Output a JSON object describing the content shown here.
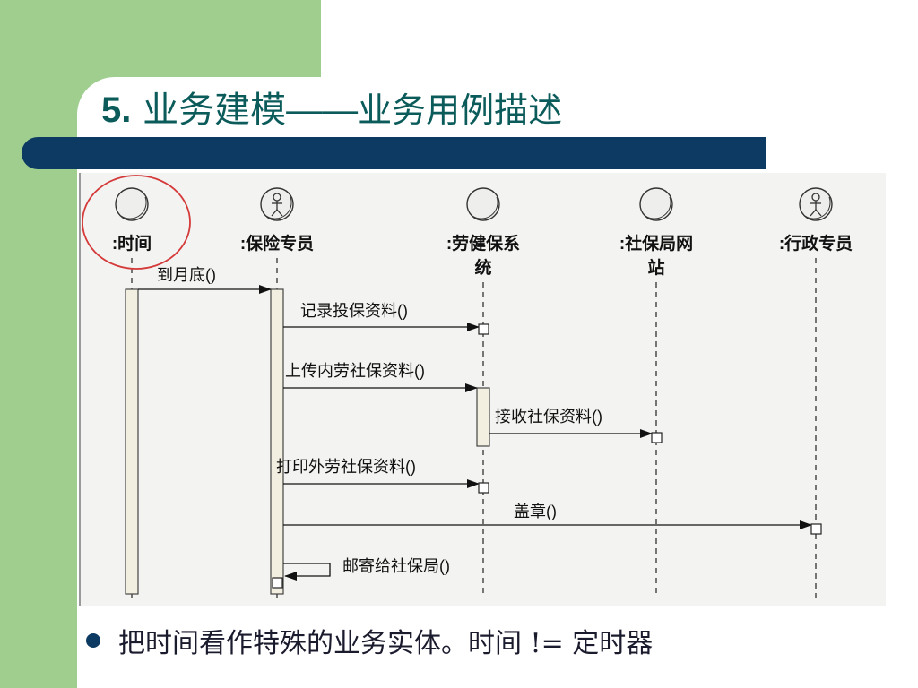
{
  "slide": {
    "title_number": "5.",
    "title_main": "业务建模",
    "title_separator": "——",
    "title_sub": "业务用例描述",
    "bullet_text": "把时间看作特殊的业务实体。时间 != 定时器"
  },
  "diagram": {
    "lifelines": [
      {
        "id": "time",
        "label_lines": [
          ":时间"
        ],
        "icon": "entity-icon",
        "highlighted": true
      },
      {
        "id": "agent",
        "label_lines": [
          ":保险专员"
        ],
        "icon": "worker-icon"
      },
      {
        "id": "labor",
        "label_lines": [
          ":劳健保系",
          "统"
        ],
        "icon": "entity-icon"
      },
      {
        "id": "site",
        "label_lines": [
          ":社保局网",
          "站"
        ],
        "icon": "entity-icon"
      },
      {
        "id": "admin",
        "label_lines": [
          ":行政专员"
        ],
        "icon": "worker-icon"
      }
    ],
    "messages": [
      {
        "from": "time",
        "to": "agent",
        "label": "到月底()"
      },
      {
        "from": "agent",
        "to": "labor",
        "label": "记录投保资料()"
      },
      {
        "from": "agent",
        "to": "labor",
        "label": "上传内劳社保资料()"
      },
      {
        "from": "labor",
        "to": "site",
        "label": "接收社保资料()"
      },
      {
        "from": "agent",
        "to": "labor",
        "label": "打印外劳社保资料()"
      },
      {
        "from": "agent",
        "to": "admin",
        "label": "盖章()"
      },
      {
        "from": "agent",
        "to": "agent",
        "label": "邮寄给社保局()"
      }
    ],
    "colors": {
      "title": "#0b5b5b",
      "bar": "#0d3a63",
      "side_panel": "#9fce8f",
      "highlight_ring": "#d43a3a"
    }
  }
}
